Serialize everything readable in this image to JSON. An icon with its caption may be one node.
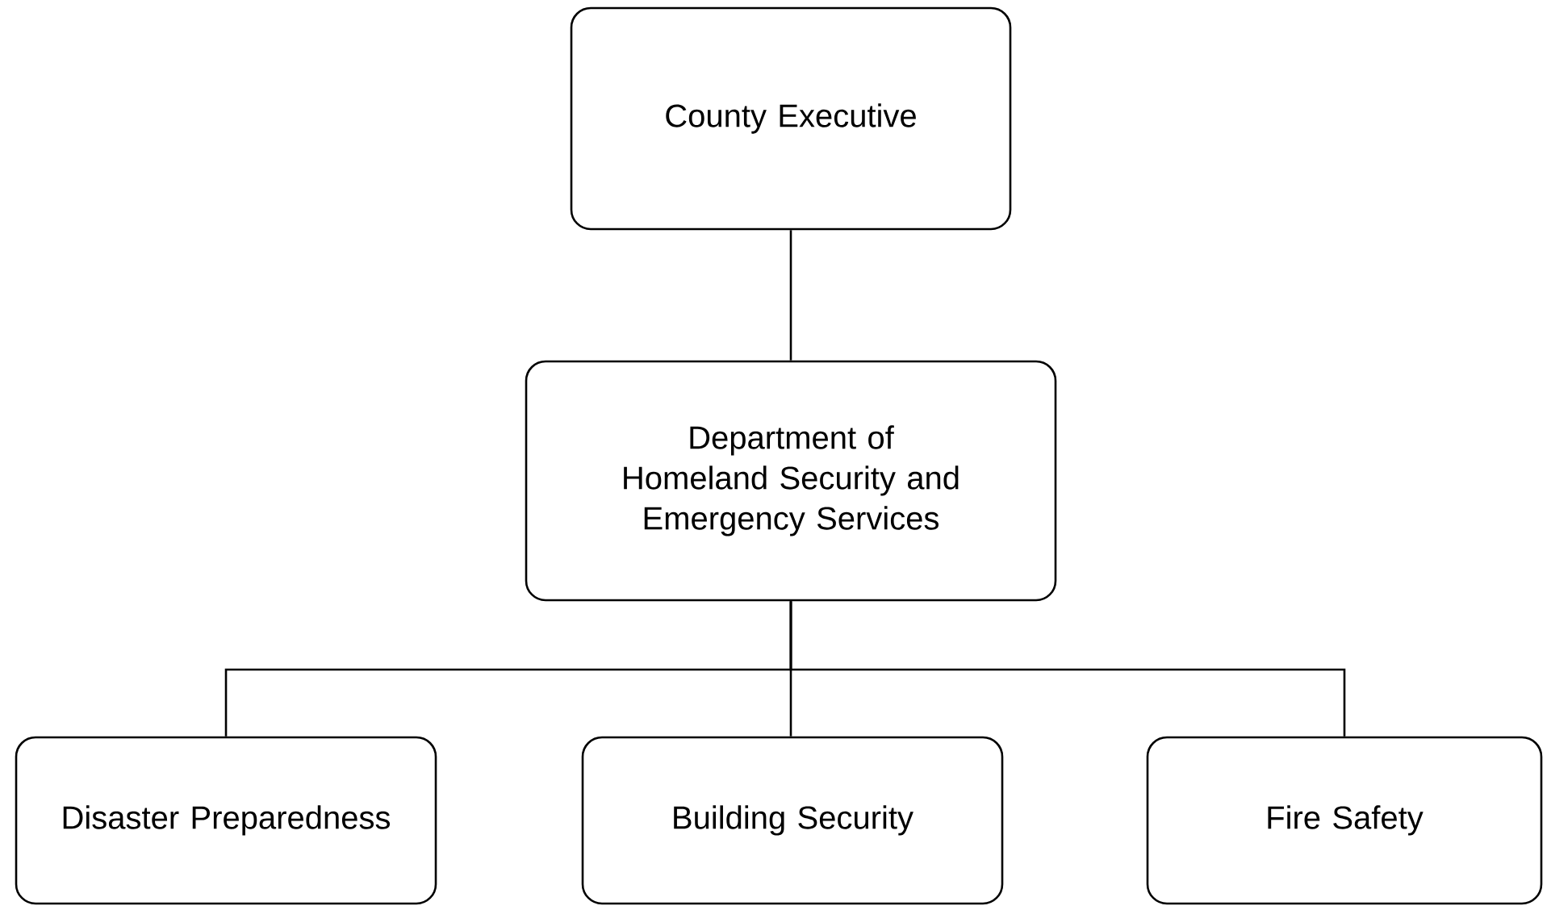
{
  "diagram": {
    "nodes": [
      {
        "text": [
          "County Executive"
        ]
      },
      {
        "text": [
          "Department of Homeland Security and Emergency Services"
        ]
      },
      {
        "text": [
          "Disaster Preparedness"
        ]
      },
      {
        "text": [
          "Building Security"
        ]
      },
      {
        "text": [
          "Fire Safety"
        ]
      }
    ],
    "edges": [
      {
        "from": 0,
        "to": 1,
        "arrow": "none"
      },
      {
        "from": 1,
        "to": 2,
        "arrow": "none"
      },
      {
        "from": 1,
        "to": 3,
        "arrow": "none"
      },
      {
        "from": 1,
        "to": 4,
        "arrow": "none"
      }
    ]
  }
}
